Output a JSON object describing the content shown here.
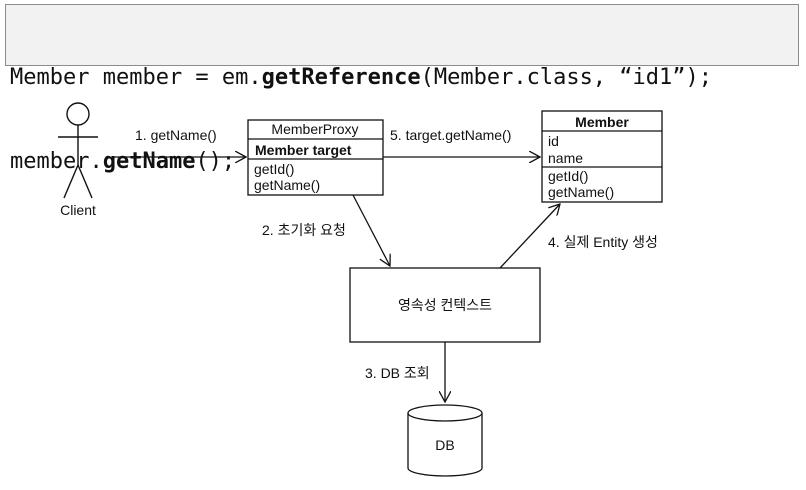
{
  "code": {
    "line1": {
      "p1": "Member member = em.",
      "bold": "getReference",
      "p2": "(Member.class, “id1”);"
    },
    "line2": {
      "p1": "member.",
      "bold": "getName",
      "p2": "();"
    }
  },
  "diagram": {
    "client_label": "Client",
    "proxy": {
      "title": "MemberProxy",
      "field": "Member target",
      "methods": [
        "getId()",
        "getName()"
      ]
    },
    "member": {
      "title": "Member",
      "fields": [
        "id",
        "name"
      ],
      "methods": [
        "getId()",
        "getName()"
      ]
    },
    "context_label": "영속성 컨텍스트",
    "db_label": "DB",
    "steps": {
      "s1": "1. getName()",
      "s2": "2. 초기화 요청",
      "s3": "3. DB 조회",
      "s4": "4. 실제 Entity 생성",
      "s5": "5. target.getName()"
    }
  }
}
